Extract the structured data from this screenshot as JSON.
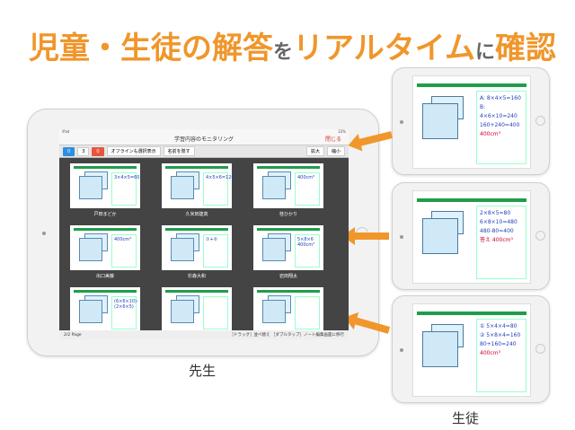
{
  "headline": {
    "p1": "児童・生徒の解答",
    "p2": "を",
    "p3": "リアルタイム",
    "p4": "に",
    "p5": "確認"
  },
  "teacher": {
    "status_left": "iPad",
    "status_right": "33%",
    "title": "学習内容のモニタリング",
    "close": "閉じる",
    "toolbar": {
      "count_blue": "0",
      "count": "3",
      "count_red": "0",
      "offline": "オフラインも選択表示",
      "hide_names": "名前を隠す",
      "zoom_in": "拡大",
      "zoom_out": "縮小"
    },
    "students": [
      {
        "name": "戸田まどか",
        "ans": "3×4×5=60"
      },
      {
        "name": "久米田建真",
        "ans": "4×5×6=120"
      },
      {
        "name": "桂ひかり",
        "ans": "400cm³"
      },
      {
        "name": "出口美藤",
        "ans": "400cm³"
      },
      {
        "name": "杉森大和",
        "ans": "①+②"
      },
      {
        "name": "岩田翔太",
        "ans": "5×8×6 400cm³"
      },
      {
        "name": "",
        "ans": "(6×6×10)-(2×6×5)"
      },
      {
        "name": "",
        "ans": ""
      },
      {
        "name": "",
        "ans": ""
      }
    ],
    "bottom_left": "2/2  Page",
    "bottom_right": "［ドラッグ］並べ替え ［ダブルタップ］ノート編集画面に移行",
    "label": "先生"
  },
  "students_label": "生徒",
  "student_devices": [
    {
      "lines": [
        "A: 8×4×5=160",
        "B: 4×6×10=240",
        "160+240=400"
      ],
      "result": "400cm³"
    },
    {
      "lines": [
        "2×8×5=80",
        "6×8×10=480",
        "480-80=400"
      ],
      "result": "答え 400cm³"
    },
    {
      "lines": [
        "① 5×4×4=80",
        "② 5×8×4=160",
        "80+160=240"
      ],
      "result": "400cm³"
    }
  ],
  "colors": {
    "accent": "#f0962b",
    "green": "#1f9d4a"
  }
}
